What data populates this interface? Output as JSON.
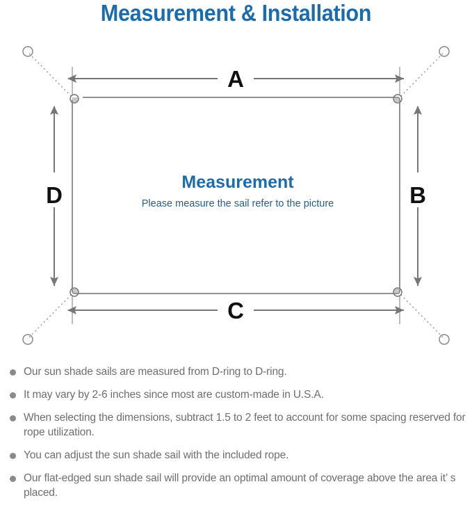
{
  "header": {
    "title": "Measurement & Installation",
    "title_color": "#1c6cab"
  },
  "diagram": {
    "name": "sun-shade-sail-measurement-diagram",
    "center_title": "Measurement",
    "center_subtitle": "Please measure the sail refer to the picture",
    "center_title_color": "#1c6cab",
    "center_subtitle_color": "#21618f",
    "line_color": "#767676",
    "sail_outline_color": "#6f6f6f",
    "dimension_labels": [
      {
        "id": "A",
        "label": "A",
        "position": "top"
      },
      {
        "id": "B",
        "label": "B",
        "position": "right"
      },
      {
        "id": "C",
        "label": "C",
        "position": "bottom"
      },
      {
        "id": "D",
        "label": "D",
        "position": "left"
      }
    ],
    "corner_rings": [
      {
        "id": "top-left",
        "type": "d-ring"
      },
      {
        "id": "top-right",
        "type": "d-ring"
      },
      {
        "id": "bottom-left",
        "type": "d-ring"
      },
      {
        "id": "bottom-right",
        "type": "d-ring"
      }
    ],
    "anchor_points": [
      {
        "id": "anchor-top-left"
      },
      {
        "id": "anchor-top-right"
      },
      {
        "id": "anchor-bottom-left"
      },
      {
        "id": "anchor-bottom-right"
      }
    ],
    "rope_style": "dotted"
  },
  "notes": {
    "bullet_color": "#8a8a8a",
    "text_color": "#6e6e6e",
    "items": [
      "Our sun shade sails are measured from D-ring to D-ring.",
      "It may vary by 2-6 inches since most are custom-made in U.S.A.",
      "When selecting the dimensions, subtract 1.5 to 2 feet to account for some spacing reserved for rope utilization.",
      "You can adjust the sun shade sail with the included rope.",
      "Our flat-edged sun shade sail will provide an optimal amount of coverage above the area it’ s placed."
    ]
  }
}
